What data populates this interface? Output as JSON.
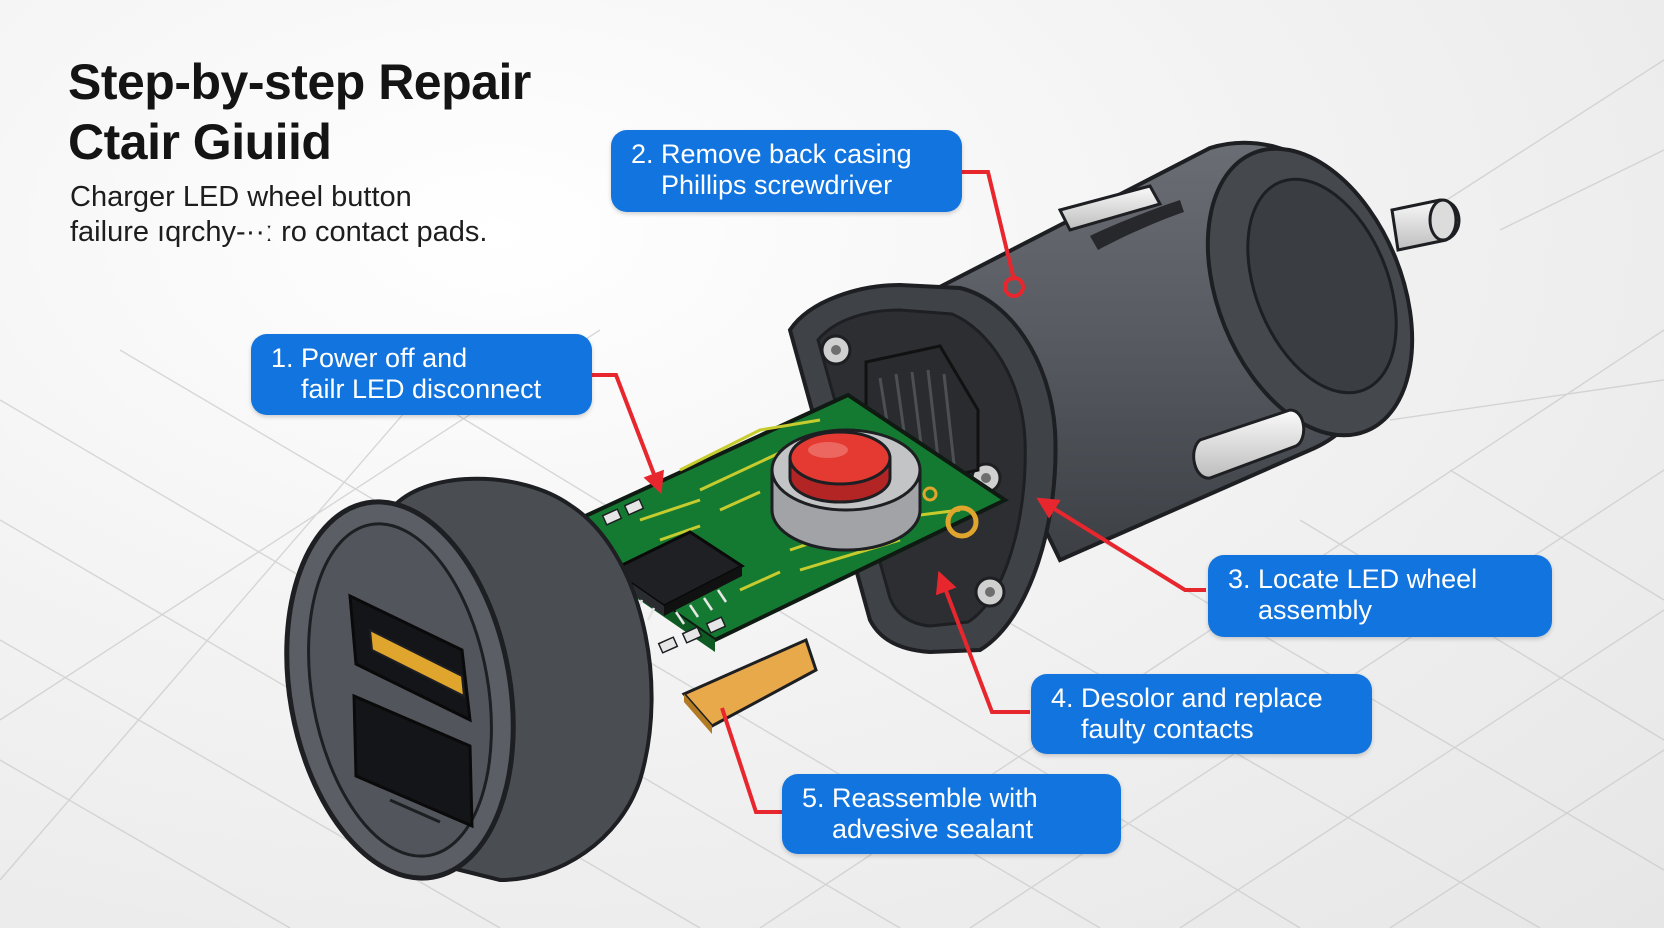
{
  "title": {
    "line1": "Step-by-step Repair",
    "line2": "Ctair Giuiid"
  },
  "subtitle": {
    "line1": "Charger LED wheel button",
    "line2": "failure ıqrchy-··ː ro contact pads."
  },
  "steps": [
    {
      "line1": "1. Power off and",
      "line2": "failr LED disconnect"
    },
    {
      "line1": "2. Remove back casing",
      "line2": "Phillips screwdriver"
    },
    {
      "line1": "3. Locate LED wheel",
      "line2": "assembly"
    },
    {
      "line1": "4. Desolor and replace",
      "line2": "faulty contacts"
    },
    {
      "line1": "5. Reassemble with",
      "line2": "advesive sealant"
    }
  ],
  "colors": {
    "callout": "#1274de",
    "arrow": "#e8262d",
    "pcb": "#1f8f3a",
    "housing": "#4d5156",
    "button": "#e43a32",
    "usb_contact": "#e0a52c"
  }
}
